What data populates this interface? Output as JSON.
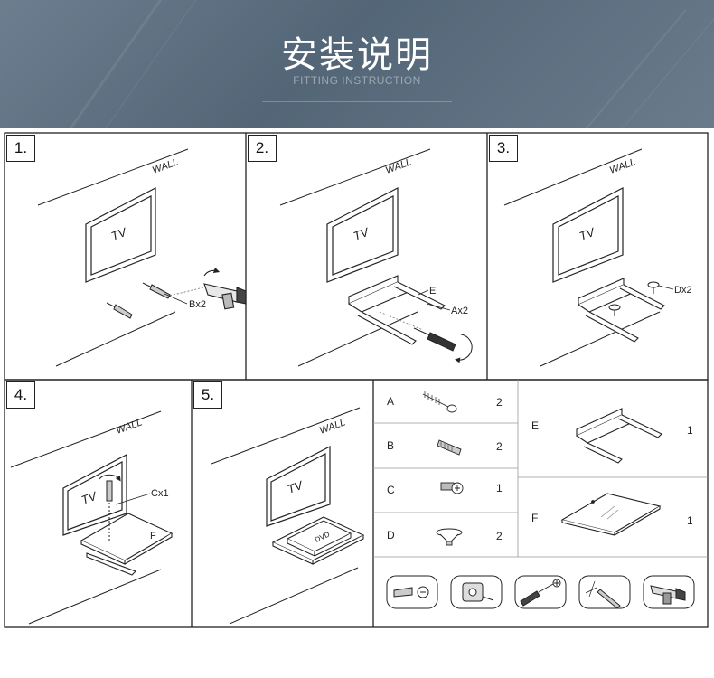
{
  "banner": {
    "title": "安装说明",
    "subtitle": "FITTING INSTRUCTION"
  },
  "steps": [
    {
      "number": "1.",
      "wall": "WALL",
      "tv": "TV",
      "callout": "Bx2"
    },
    {
      "number": "2.",
      "wall": "WALL",
      "tv": "TV",
      "callout_e": "E",
      "callout_a": "Ax2"
    },
    {
      "number": "3.",
      "wall": "WALL",
      "tv": "TV",
      "callout": "Dx2"
    },
    {
      "number": "4.",
      "wall": "WALL",
      "tv": "TV",
      "callout_c": "Cx1",
      "callout_f": "F"
    },
    {
      "number": "5.",
      "wall": "WALL",
      "tv": "TV",
      "dvd": "DVD"
    }
  ],
  "parts": [
    {
      "letter": "A",
      "qty": "2",
      "icon": "long-screw-icon"
    },
    {
      "letter": "B",
      "qty": "2",
      "icon": "wall-anchor-icon"
    },
    {
      "letter": "C",
      "qty": "1",
      "icon": "short-bolt-icon"
    },
    {
      "letter": "D",
      "qty": "2",
      "icon": "washer-cap-icon"
    },
    {
      "letter": "E",
      "qty": "1",
      "icon": "bracket-icon"
    },
    {
      "letter": "F",
      "qty": "1",
      "icon": "glass-shelf-icon"
    }
  ],
  "tools": [
    "anchor-tool-icon",
    "tape-measure-icon",
    "screwdriver-icon",
    "pencil-icon",
    "power-drill-icon"
  ]
}
